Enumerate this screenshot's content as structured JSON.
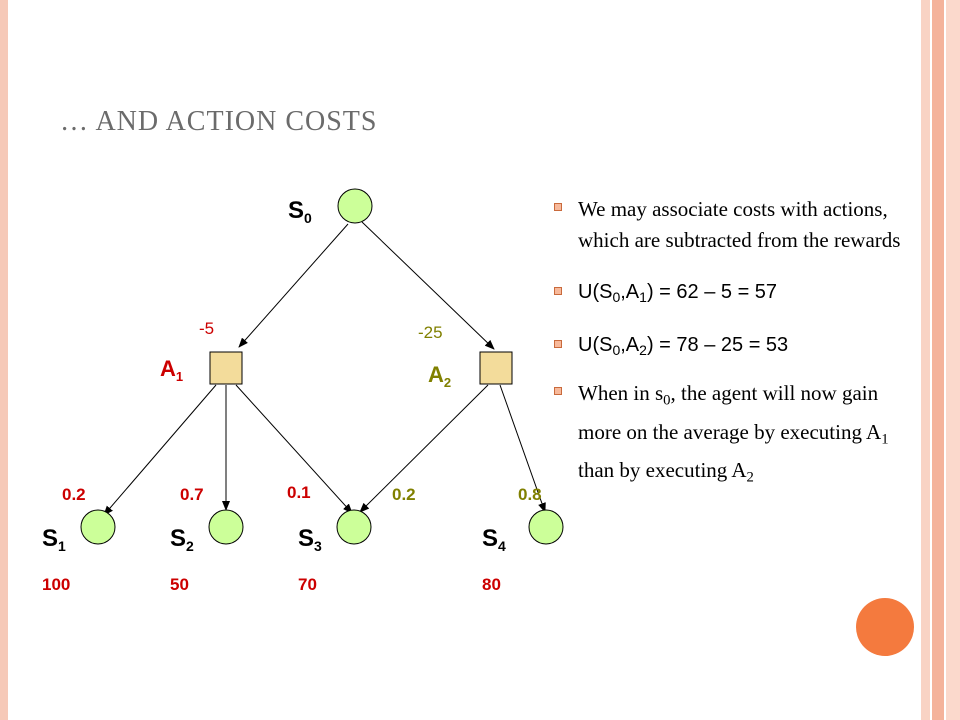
{
  "slide": {
    "title": "… AND ACTION COSTS"
  },
  "diagram": {
    "root": {
      "label": "S",
      "sub": "0"
    },
    "actions": [
      {
        "id": "a1",
        "label": "A",
        "sub": "1",
        "cost": "-5",
        "color": "#cc0000"
      },
      {
        "id": "a2",
        "label": "A",
        "sub": "2",
        "cost": "-25",
        "color": "#808000"
      }
    ],
    "transitions": [
      {
        "from": "a1",
        "to": "s1",
        "probability": "0.2"
      },
      {
        "from": "a1",
        "to": "s2",
        "probability": "0.7"
      },
      {
        "from": "a1",
        "to": "s3",
        "probability": "0.1"
      },
      {
        "from": "a2",
        "to": "s3",
        "probability": "0.2"
      },
      {
        "from": "a2",
        "to": "s4",
        "probability": "0.8"
      }
    ],
    "states": [
      {
        "id": "s1",
        "label": "S",
        "sub": "1",
        "reward": "100"
      },
      {
        "id": "s2",
        "label": "S",
        "sub": "2",
        "reward": "50"
      },
      {
        "id": "s3",
        "label": "S",
        "sub": "3",
        "reward": "70"
      },
      {
        "id": "s4",
        "label": "S",
        "sub": "4",
        "reward": "80"
      }
    ],
    "colors": {
      "state_fill": "#ccff99",
      "action_fill": "#f3dc9b",
      "prob_text": "#cc0000",
      "reward_text": "#cc0000",
      "cost_a1": "#cc0000",
      "cost_a2": "#808000"
    }
  },
  "bullets": {
    "b1": "We may associate costs with actions, which are subtracted from the rewards",
    "b2": {
      "pre": "U(S",
      "s0": "0",
      "mid": ",A",
      "a": "1",
      "post": ") = 62 – 5 = 57"
    },
    "b3": {
      "pre": "U(S",
      "s0": "0",
      "mid": ",A",
      "a": "2",
      "post": ") = 78 – 25 = 53"
    },
    "b4": {
      "p1": "When in s",
      "p1s": "0",
      "p2": ", the agent will now gain more on the average by executing A",
      "p2s": "1",
      "p3": " than by executing A",
      "p3s": "2"
    }
  },
  "theme": {
    "accent_dot": "#f47a3e",
    "title_color": "#6b6b6b"
  }
}
